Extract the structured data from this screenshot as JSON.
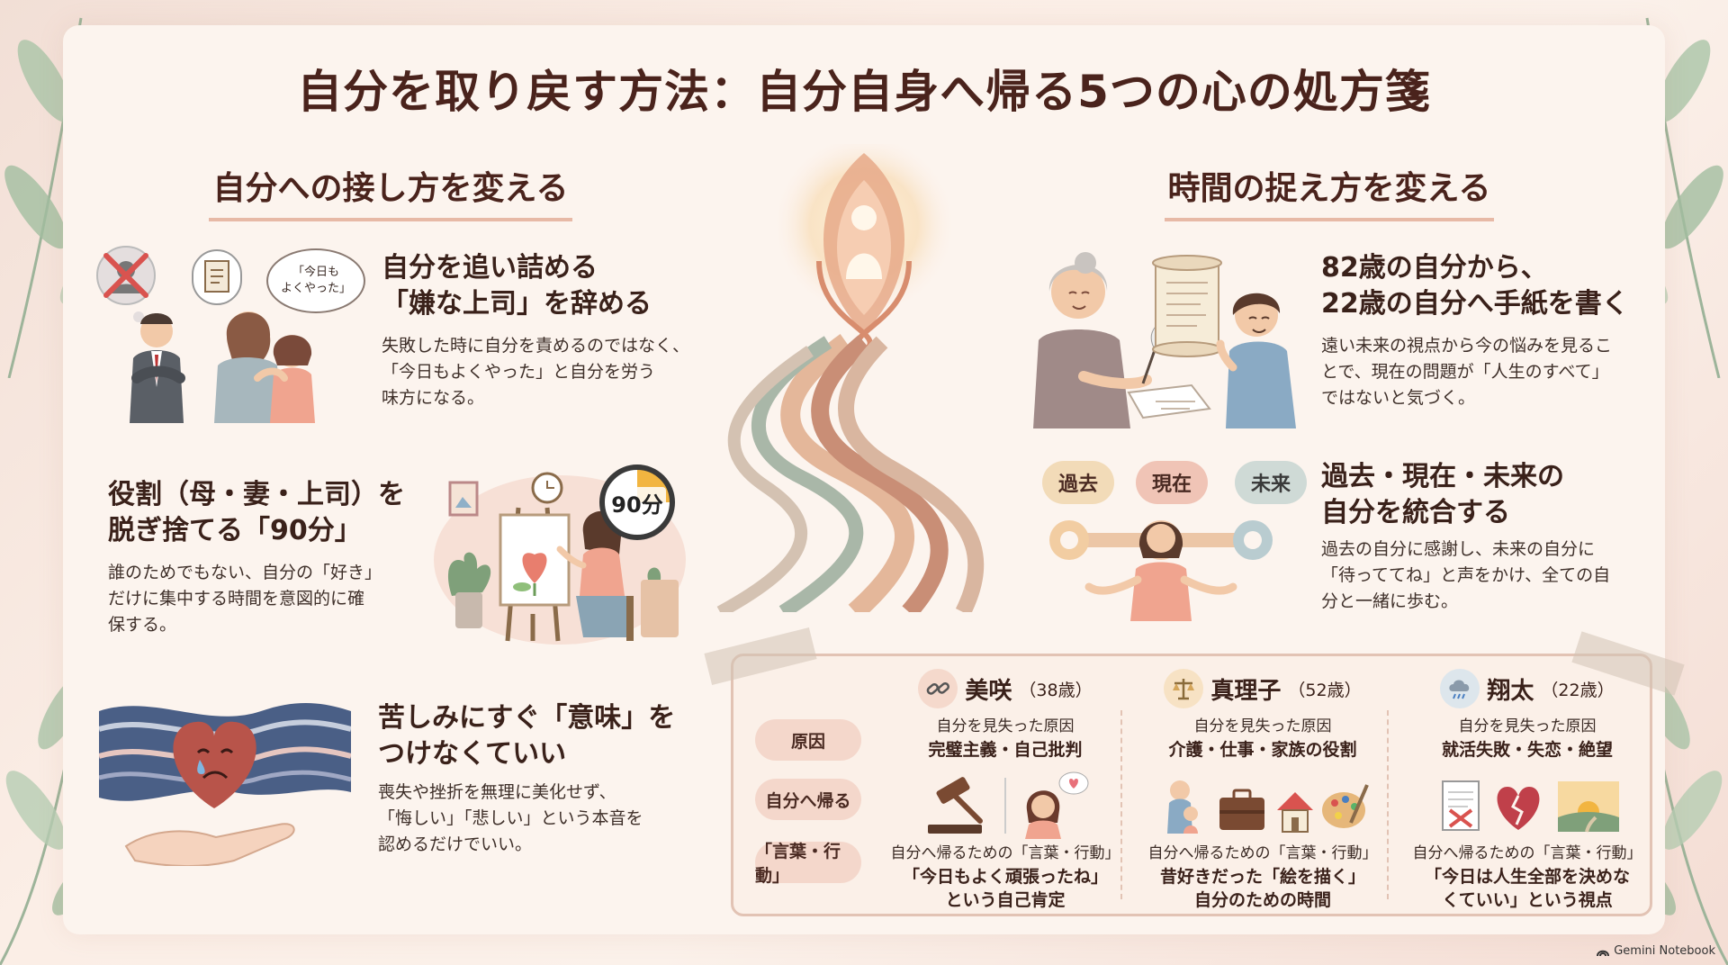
{
  "title": "自分を取り戻す方法：自分自身へ帰る5つの心の処方箋",
  "left": {
    "heading": "自分への接し方を変える",
    "items": [
      {
        "title_lines": [
          "自分を追い詰める",
          "「嫌な上司」を辞める"
        ],
        "body_lines": [
          "失敗した時に自分を責めるのではなく、",
          "「今日もよくやった」と自分を労う",
          "味方になる。"
        ],
        "bubble_lines": [
          "「今日も",
          "よくやった」"
        ]
      },
      {
        "title_lines": [
          "役割（母・妻・上司）を",
          "脱ぎ捨てる「90分」"
        ],
        "body_lines": [
          "誰のためでもない、自分の「好き」",
          "だけに集中する時間を意図的に確",
          "保する。"
        ],
        "timer_label": "90分"
      },
      {
        "title_lines": [
          "苦しみにすぐ「意味」を",
          "つけなくていい"
        ],
        "body_lines": [
          "喪失や挫折を無理に美化せず、",
          "「悔しい」「悲しい」という本音を",
          "認めるだけでいい。"
        ]
      }
    ]
  },
  "right": {
    "heading": "時間の捉え方を変える",
    "items": [
      {
        "title_lines": [
          "82歳の自分から、",
          "22歳の自分へ手紙を書く"
        ],
        "body_lines": [
          "遠い未来の視点から今の悩みを見るこ",
          "とで、現在の問題が「人生のすべて」",
          "ではないと気づく。"
        ]
      },
      {
        "title_lines": [
          "過去・現在・未来の",
          "自分を統合する"
        ],
        "body_lines": [
          "過去の自分に感謝し、未来の自分に",
          "「待っててね」と声をかけ、全ての自",
          "分と一緒に歩む。"
        ],
        "timeline": [
          "過去",
          "現在",
          "未来"
        ]
      }
    ]
  },
  "cases": {
    "row_labels": [
      "原因",
      "自分へ帰る",
      "「言葉・行動」"
    ],
    "people": [
      {
        "name": "美咲",
        "age": "（38歳）",
        "icon": "broken-chain-icon",
        "cause_label": "自分を見失った原因",
        "cause": "完璧主義・自己批判",
        "action_label": "自分へ帰るための「言葉・行動」",
        "action_lines": [
          "「今日もよく頑張ったね」",
          "という自己肯定"
        ]
      },
      {
        "name": "真理子",
        "age": "（52歳）",
        "icon": "scales-icon",
        "cause_label": "自分を見失った原因",
        "cause": "介護・仕事・家族の役割",
        "action_label": "自分へ帰るための「言葉・行動」",
        "action_lines": [
          "昔好きだった「絵を描く」",
          "自分のための時間"
        ]
      },
      {
        "name": "翔太",
        "age": "（22歳）",
        "icon": "rain-cloud-icon",
        "cause_label": "自分を見失った原因",
        "cause": "就活失敗・失恋・絶望",
        "action_label": "自分へ帰るための「言葉・行動」",
        "action_lines": [
          "「今日は人生全部を決めな",
          "くていい」という視点"
        ]
      }
    ]
  },
  "footer": "Gemini Notebook",
  "colors": {
    "accent": "#e7b9a6",
    "title": "#4a231c",
    "past": "#f2dbb8",
    "present": "#f0c4b6",
    "future": "#cfdad6"
  }
}
